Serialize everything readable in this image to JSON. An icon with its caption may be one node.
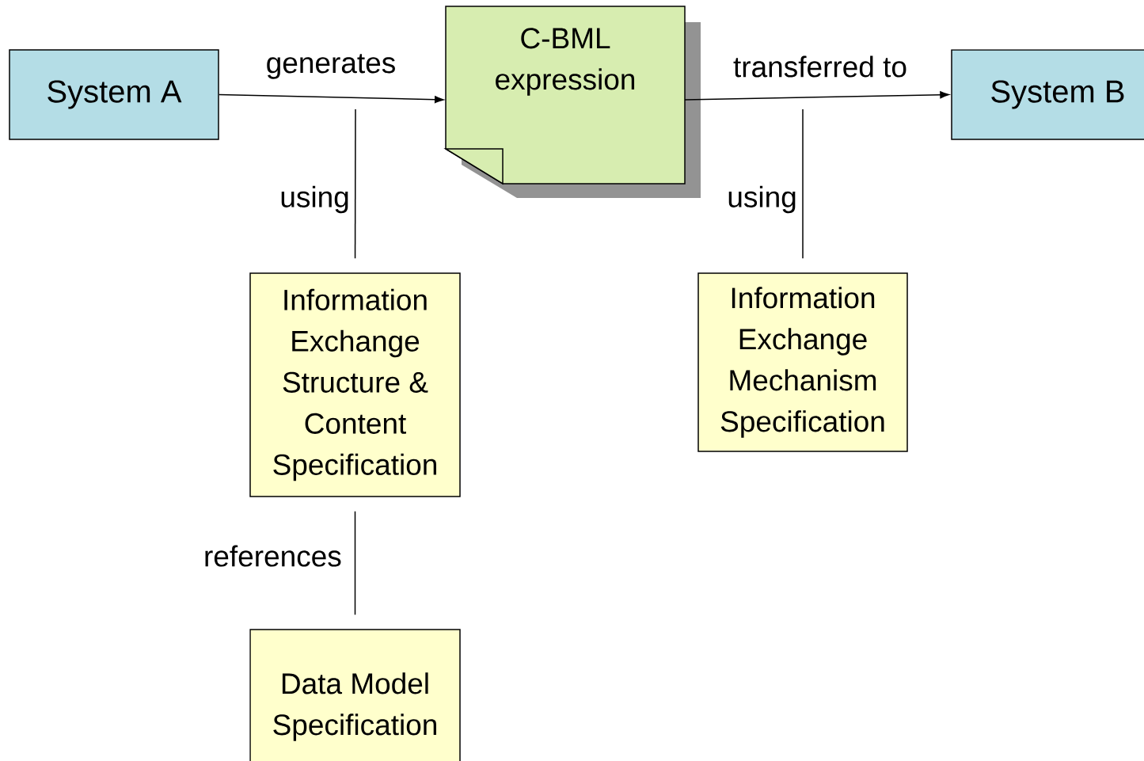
{
  "diagram": {
    "nodes": [
      {
        "text": [
          "System A"
        ]
      },
      {
        "text": [
          "C-BML expression"
        ]
      },
      {
        "text": [
          "System B"
        ]
      },
      {
        "text": [
          "Information Exchange Structure & Content Specification"
        ]
      },
      {
        "text": [
          "Information Exchange Mechanism Specification"
        ]
      },
      {
        "text": [
          "Data Model Specification"
        ]
      }
    ],
    "edges": [
      {
        "from": 0,
        "to": 1,
        "arrow": "to",
        "label": "generates"
      },
      {
        "from": 1,
        "to": 2,
        "arrow": "to",
        "label": "transferred to"
      },
      {
        "from": 3,
        "to": null,
        "arrow": "none",
        "label": "using"
      },
      {
        "from": 4,
        "to": null,
        "arrow": "none",
        "label": "using"
      },
      {
        "from": 3,
        "to": 5,
        "arrow": "none",
        "label": "references"
      }
    ]
  }
}
